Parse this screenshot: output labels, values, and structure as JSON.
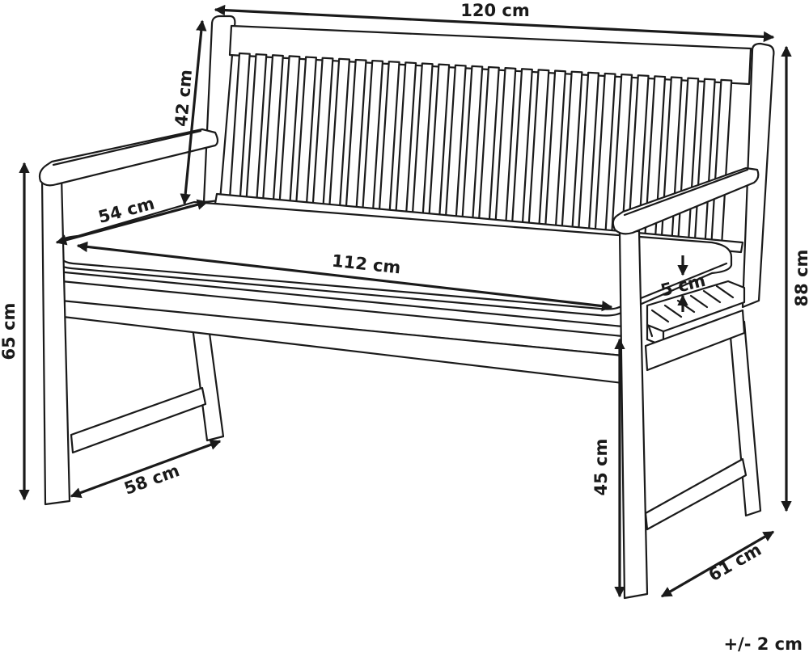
{
  "dimensions": {
    "width_total": "120 cm",
    "backrest_height": "42 cm",
    "seat_depth": "54 cm",
    "seat_width": "112 cm",
    "cushion_thickness": "5 cm",
    "armrest_height": "65 cm",
    "total_height": "88 cm",
    "seat_height": "45 cm",
    "depth_inner": "58 cm",
    "depth_total": "61 cm"
  },
  "tolerance": "+/- 2 cm"
}
